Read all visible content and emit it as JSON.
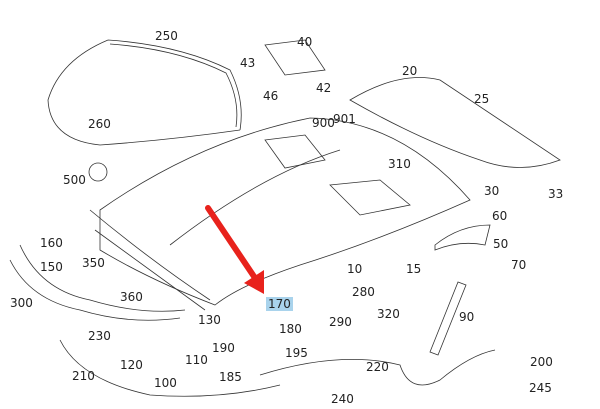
{
  "highlight_color": "#a9d3ec",
  "arrow_color": "#e8221c",
  "highlighted_part": "170",
  "parts": [
    {
      "id": "250",
      "label": "250"
    },
    {
      "id": "40",
      "label": "40"
    },
    {
      "id": "43",
      "label": "43"
    },
    {
      "id": "42",
      "label": "42"
    },
    {
      "id": "46",
      "label": "46"
    },
    {
      "id": "20",
      "label": "20"
    },
    {
      "id": "25",
      "label": "25"
    },
    {
      "id": "900",
      "label": "900"
    },
    {
      "id": "901",
      "label": "901"
    },
    {
      "id": "260",
      "label": "260"
    },
    {
      "id": "310",
      "label": "310"
    },
    {
      "id": "500",
      "label": "500"
    },
    {
      "id": "30",
      "label": "30"
    },
    {
      "id": "33",
      "label": "33"
    },
    {
      "id": "60",
      "label": "60"
    },
    {
      "id": "160",
      "label": "160"
    },
    {
      "id": "50",
      "label": "50"
    },
    {
      "id": "350",
      "label": "350"
    },
    {
      "id": "150",
      "label": "150"
    },
    {
      "id": "70",
      "label": "70"
    },
    {
      "id": "10",
      "label": "10"
    },
    {
      "id": "15",
      "label": "15"
    },
    {
      "id": "360",
      "label": "360"
    },
    {
      "id": "280",
      "label": "280"
    },
    {
      "id": "300",
      "label": "300"
    },
    {
      "id": "170",
      "label": "170"
    },
    {
      "id": "90",
      "label": "90"
    },
    {
      "id": "290",
      "label": "290"
    },
    {
      "id": "320",
      "label": "320"
    },
    {
      "id": "130",
      "label": "130"
    },
    {
      "id": "180",
      "label": "180"
    },
    {
      "id": "230",
      "label": "230"
    },
    {
      "id": "190",
      "label": "190"
    },
    {
      "id": "195",
      "label": "195"
    },
    {
      "id": "110",
      "label": "110"
    },
    {
      "id": "120",
      "label": "120"
    },
    {
      "id": "200",
      "label": "200"
    },
    {
      "id": "210",
      "label": "210"
    },
    {
      "id": "220",
      "label": "220"
    },
    {
      "id": "185",
      "label": "185"
    },
    {
      "id": "100",
      "label": "100"
    },
    {
      "id": "245",
      "label": "245"
    },
    {
      "id": "240",
      "label": "240"
    }
  ]
}
